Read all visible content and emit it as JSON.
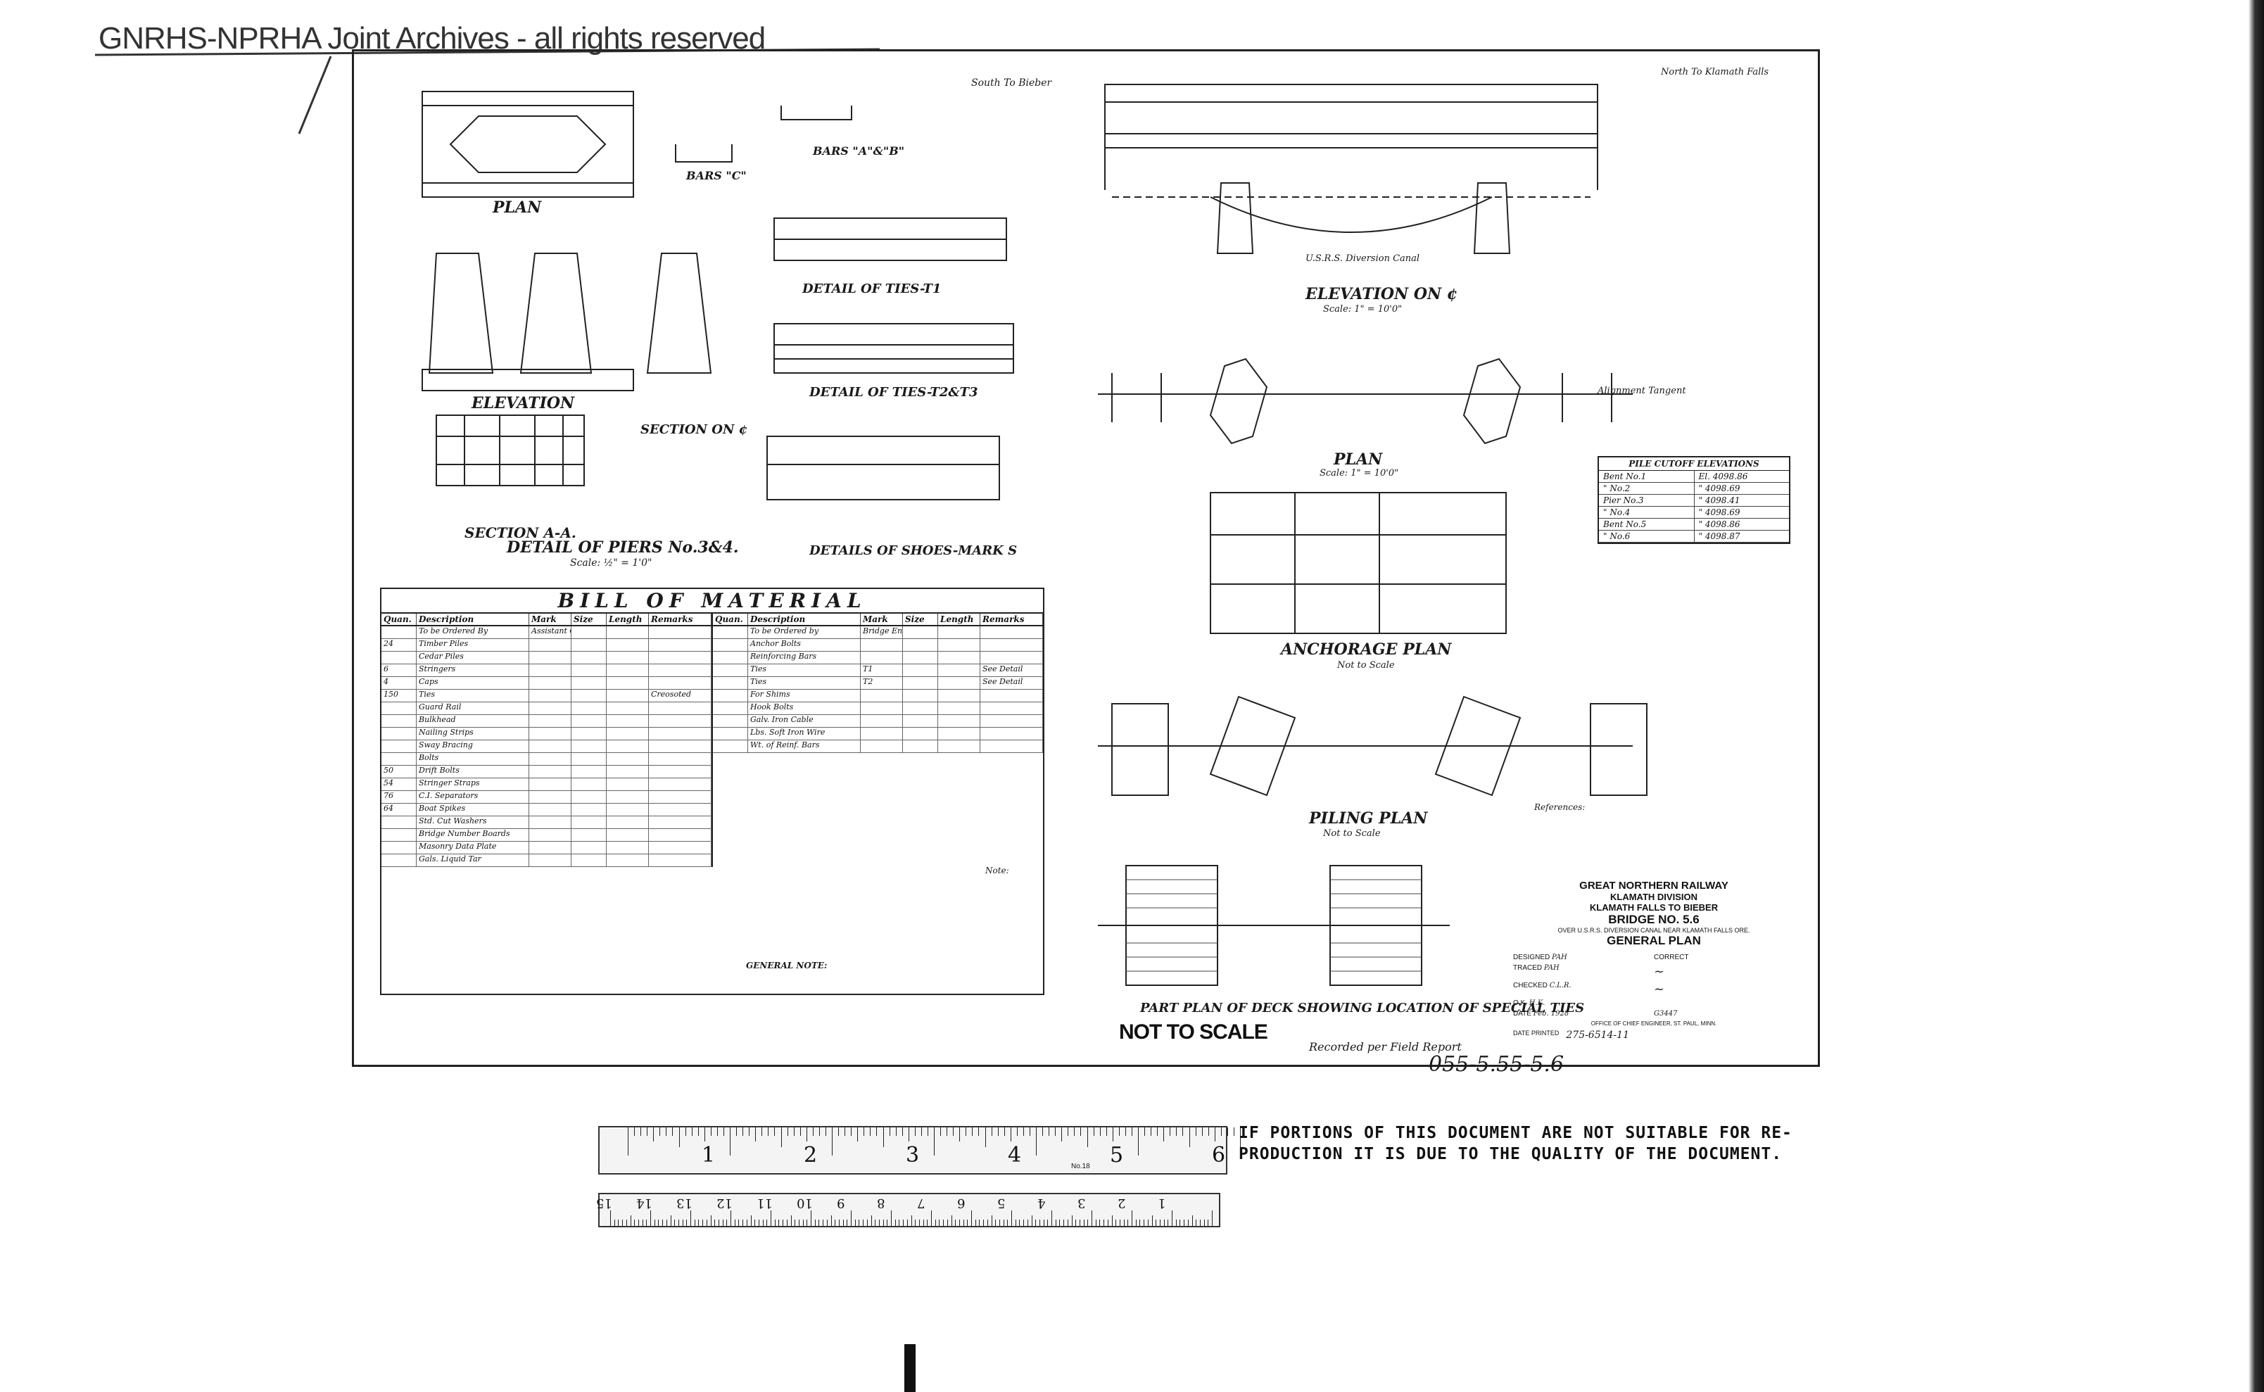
{
  "watermark": "GNRHS-NPRHA Joint Archives - all rights reserved",
  "title_block": {
    "railway": "GREAT NORTHERN RAILWAY",
    "division": "KLAMATH DIVISION",
    "line": "KLAMATH FALLS TO BIEBER",
    "bridge": "BRIDGE NO. 5.6",
    "location": "OVER U.S.R.S. DIVERSION CANAL NEAR KLAMATH FALLS ORE.",
    "sheet": "GENERAL PLAN",
    "designed_label": "DESIGNED",
    "designed_by": "PAH",
    "traced_label": "TRACED",
    "traced_by": "PAH",
    "checked_label": "CHECKED",
    "checked_by": "C.L.R.",
    "ok_label": "O.K.",
    "ok_by": "H.K.",
    "correct_label": "CORRECT",
    "date_label": "DATE",
    "date": "Feb. 1928",
    "drawing_no": "G3447",
    "office": "OFFICE OF CHIEF ENGINEER, ST. PAUL, MINN.",
    "date_printed_label": "DATE PRINTED",
    "file_no": "275-6514-11"
  },
  "drawing_number": "055-5.55-5.6",
  "recorded_note": "Recorded per Field Report",
  "not_to_scale": "NOT TO SCALE",
  "labels": {
    "plan_pier": "PLAN",
    "elevation_pier": "ELEVATION",
    "section_cl": "SECTION ON ¢",
    "section_aa": "SECTION A-A.",
    "detail_piers": "DETAIL OF PIERS No.3&4.",
    "detail_piers_scale": "Scale: ½\" = 1'0\"",
    "bars_c": "BARS \"C\"",
    "bars_ab": "BARS \"A\"&\"B\"",
    "ties_t1": "DETAIL OF TIES-T1",
    "ties_t2t3": "DETAIL OF TIES-T2&T3",
    "shoes": "DETAILS OF SHOES-MARK S",
    "elevation_main": "ELEVATION ON ¢",
    "elevation_scale": "Scale: 1\" = 10'0\"",
    "plan_main": "PLAN",
    "plan_scale": "Scale: 1\" = 10'0\"",
    "anchorage": "ANCHORAGE PLAN",
    "anchorage_scale": "Not to Scale",
    "piling": "PILING PLAN",
    "piling_scale": "Not to Scale",
    "deck": "PART PLAN OF DECK SHOWING LOCATION OF SPECIAL TIES",
    "south": "South To Bieber",
    "north": "North To Klamath Falls",
    "alignment": "Alignment Tangent",
    "canal": "U.S.R.S. Diversion Canal",
    "general_note": "GENERAL NOTE:",
    "note": "Note:",
    "references": "References:"
  },
  "cutoff_table": {
    "title": "PILE CUTOFF ELEVATIONS",
    "rows": [
      [
        "Bent No.1",
        "El. 4098.86"
      ],
      [
        "\" No.2",
        "\" 4098.69"
      ],
      [
        "Pier No.3",
        "\" 4098.41"
      ],
      [
        "\" No.4",
        "\" 4098.69"
      ],
      [
        "Bent No.5",
        "\" 4098.86"
      ],
      [
        "\" No.6",
        "\" 4098.87"
      ]
    ]
  },
  "bill": {
    "title": "BILL OF MATERIAL",
    "headers": [
      "Quan.",
      "Description",
      "Mark",
      "Size",
      "Length",
      "Remarks"
    ],
    "rows_left": [
      [
        "",
        "To be Ordered By",
        "Assistant Chief Engineer",
        "",
        "",
        ""
      ],
      [
        "24",
        "Timber Piles",
        "",
        "",
        "",
        ""
      ],
      [
        "",
        "Cedar Piles",
        "",
        "",
        "",
        ""
      ],
      [
        "6",
        "Stringers",
        "",
        "",
        "",
        ""
      ],
      [
        "4",
        "Caps",
        "",
        "",
        "",
        ""
      ],
      [
        "150",
        "Ties",
        "",
        "",
        "",
        "Creosoted"
      ],
      [
        "",
        "Guard Rail",
        "",
        "",
        "",
        ""
      ],
      [
        "",
        "Bulkhead",
        "",
        "",
        "",
        ""
      ],
      [
        "",
        "Nailing Strips",
        "",
        "",
        "",
        ""
      ],
      [
        "",
        "Sway Bracing",
        "",
        "",
        "",
        ""
      ],
      [
        "",
        "Bolts",
        "",
        "",
        "",
        ""
      ],
      [
        "50",
        "Drift Bolts",
        "",
        "",
        "",
        ""
      ],
      [
        "54",
        "Stringer Straps",
        "",
        "",
        "",
        ""
      ],
      [
        "76",
        "C.I. Separators",
        "",
        "",
        "",
        ""
      ],
      [
        "64",
        "Boat Spikes",
        "",
        "",
        "",
        ""
      ],
      [
        "",
        "Std. Cut Washers",
        "",
        "",
        "",
        ""
      ],
      [
        "",
        "Bridge Number Boards",
        "",
        "",
        "",
        ""
      ],
      [
        "",
        "Masonry Data Plate",
        "",
        "",
        "",
        ""
      ],
      [
        "",
        "Gals. Liquid Tar",
        "",
        "",
        "",
        ""
      ]
    ],
    "rows_right": [
      [
        "",
        "To be Ordered by",
        "Bridge Engineer",
        "",
        "",
        ""
      ],
      [
        "",
        "Anchor Bolts",
        "",
        "",
        "",
        ""
      ],
      [
        "",
        "Reinforcing Bars",
        "",
        "",
        "",
        ""
      ],
      [
        "",
        "Ties",
        "T1",
        "",
        "",
        "See Detail"
      ],
      [
        "",
        "Ties",
        "T2",
        "",
        "",
        "See Detail"
      ],
      [
        "",
        "For Shims",
        "",
        "",
        "",
        ""
      ],
      [
        "",
        "Hook Bolts",
        "",
        "",
        "",
        ""
      ],
      [
        "",
        "Galv. Iron Cable",
        "",
        "",
        "",
        ""
      ],
      [
        "",
        "Lbs. Soft Iron Wire",
        "",
        "",
        "",
        ""
      ],
      [
        "",
        "Wt. of Reinf. Bars",
        "",
        "",
        "",
        ""
      ]
    ]
  },
  "legibility_notice": [
    "IF PORTIONS OF THIS DOCUMENT ARE NOT SUITABLE FOR RE-",
    "PRODUCTION IT IS DUE TO THE QUALITY OF THE DOCUMENT."
  ],
  "ruler_inches": {
    "labels": [
      "1",
      "2",
      "3",
      "4",
      "5",
      "6"
    ],
    "tag": "No.18"
  },
  "ruler_cm": {
    "labels": [
      "1",
      "2",
      "3",
      "4",
      "5",
      "6",
      "7",
      "8",
      "9",
      "10",
      "11",
      "12",
      "13",
      "14",
      "15"
    ]
  }
}
